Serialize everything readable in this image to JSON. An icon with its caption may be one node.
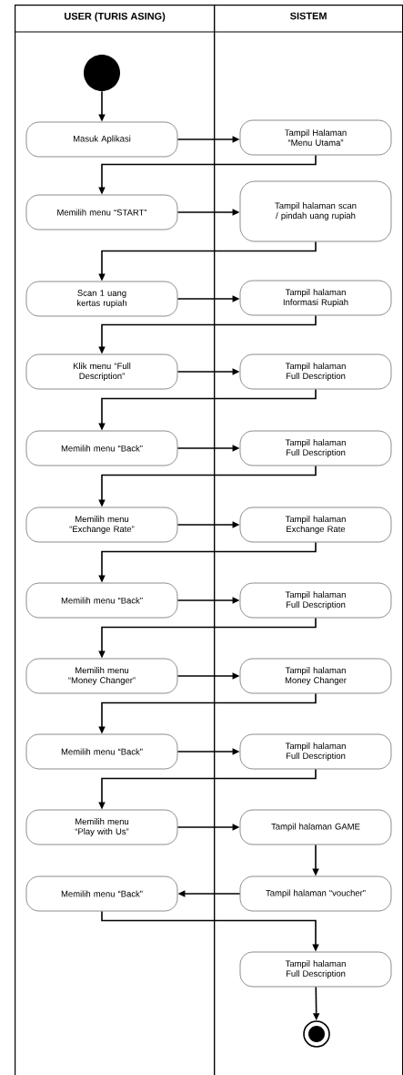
{
  "diagram": {
    "nodes": [
      {
        "text": [
          "USER (TURIS ASING)"
        ]
      },
      {
        "text": [
          "SISTEM"
        ]
      },
      {
        "text": [],
        "shape": "circle",
        "in": 0
      },
      {
        "text": [
          "Masuk Aplikasi"
        ],
        "in": 0
      },
      {
        "text": [
          "Tampil Halaman “Menu Utama”"
        ],
        "in": 1
      },
      {
        "text": [
          "Memilih menu “START”"
        ],
        "in": 0
      },
      {
        "text": [
          "Tampil halaman scan / pindah uang rupiah"
        ],
        "in": 1
      },
      {
        "text": [
          "Scan 1 uang kertas rupiah"
        ],
        "in": 0
      },
      {
        "text": [
          "Tampil halaman Informasi Rupiah"
        ],
        "in": 1
      },
      {
        "text": [
          "Klik menu “Full Description”"
        ],
        "in": 0
      },
      {
        "text": [
          "Tampil halaman Full Description"
        ],
        "in": 1
      },
      {
        "text": [
          "Memilih menu “Back”"
        ],
        "in": 0
      },
      {
        "text": [
          "Tampil halaman Full Description"
        ],
        "in": 1
      },
      {
        "text": [
          "Memilih menu “Exchange Rate”"
        ],
        "in": 0
      },
      {
        "text": [
          "Tampil halaman Exchange Rate"
        ],
        "in": 1
      },
      {
        "text": [
          "Memilih menu “Back”"
        ],
        "in": 0
      },
      {
        "text": [
          "Tampil halaman Full Description"
        ],
        "in": 1
      },
      {
        "text": [
          "Memilih menu “Money Changer”"
        ],
        "in": 0
      },
      {
        "text": [
          "Tampil halaman Money Changer"
        ],
        "in": 1
      },
      {
        "text": [
          "Memilih menu “Back”"
        ],
        "in": 0
      },
      {
        "text": [
          "Tampil halaman Full Description"
        ],
        "in": 1
      },
      {
        "text": [
          "Memilih menu “Play with Us”"
        ],
        "in": 0
      },
      {
        "text": [
          "Tampil halaman GAME"
        ],
        "in": 1
      },
      {
        "text": [
          "Memilih menu “Back”"
        ],
        "in": 0
      },
      {
        "text": [
          "Tampil halaman “voucher”"
        ],
        "in": 1
      },
      {
        "text": [
          "Tampil halaman Full Description"
        ],
        "in": 1
      },
      {
        "text": [],
        "shape": "circle",
        "in": 1
      }
    ],
    "edges": [
      {
        "from": 2,
        "to": 3,
        "arrow": "to"
      },
      {
        "from": 3,
        "to": 4,
        "arrow": "to"
      },
      {
        "from": 4,
        "to": 5,
        "arrow": "to"
      },
      {
        "from": 5,
        "to": 6,
        "arrow": "to"
      },
      {
        "from": 6,
        "to": 7,
        "arrow": "to"
      },
      {
        "from": 7,
        "to": 8,
        "arrow": "to"
      },
      {
        "from": 8,
        "to": 9,
        "arrow": "to"
      },
      {
        "from": 9,
        "to": 10,
        "arrow": "to"
      },
      {
        "from": 10,
        "to": 11,
        "arrow": "to"
      },
      {
        "from": 11,
        "to": 12,
        "arrow": "to"
      },
      {
        "from": 12,
        "to": 13,
        "arrow": "to"
      },
      {
        "from": 13,
        "to": 14,
        "arrow": "to"
      },
      {
        "from": 14,
        "to": 15,
        "arrow": "to"
      },
      {
        "from": 15,
        "to": 16,
        "arrow": "to"
      },
      {
        "from": 16,
        "to": 17,
        "arrow": "to"
      },
      {
        "from": 17,
        "to": 18,
        "arrow": "to"
      },
      {
        "from": 18,
        "to": 19,
        "arrow": "to"
      },
      {
        "from": 19,
        "to": 20,
        "arrow": "to"
      },
      {
        "from": 20,
        "to": 21,
        "arrow": "to"
      },
      {
        "from": 21,
        "to": 22,
        "arrow": "to"
      },
      {
        "from": 22,
        "to": 24,
        "arrow": "to"
      },
      {
        "from": 24,
        "to": 23,
        "arrow": "to"
      },
      {
        "from": 23,
        "to": 25,
        "arrow": "to"
      },
      {
        "from": 25,
        "to": 26,
        "arrow": "to"
      }
    ]
  }
}
